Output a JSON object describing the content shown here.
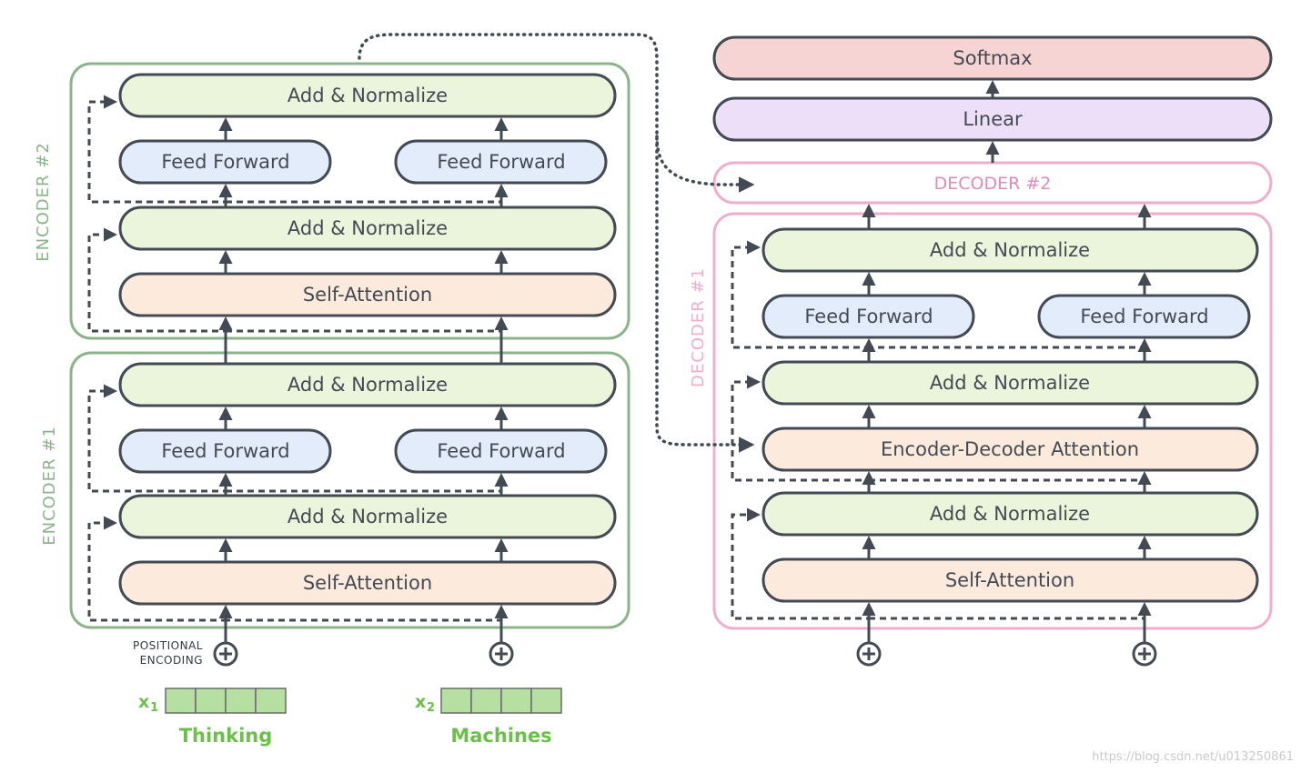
{
  "colors": {
    "stroke": "#444a54",
    "encoder_frame": "#8cb48a",
    "decoder_frame": "#eeaecd",
    "add_normalize_fill": "#eaf5dc",
    "feed_forward_fill": "#e2ecfa",
    "attention_fill": "#fcebdd",
    "linear_fill": "#ecdff7",
    "softmax_fill": "#f6d4d4",
    "decoder2_text": "#e08bb7",
    "word_green": "#6cc04a",
    "vector_fill": "#b6e0a2"
  },
  "encoder2": {
    "label": "ENCODER #2",
    "add_normalize_top": "Add & Normalize",
    "feed_forward_left": "Feed Forward",
    "feed_forward_right": "Feed Forward",
    "add_normalize_bottom": "Add & Normalize",
    "self_attention": "Self-Attention"
  },
  "encoder1": {
    "label": "ENCODER #1",
    "add_normalize_top": "Add & Normalize",
    "feed_forward_left": "Feed Forward",
    "feed_forward_right": "Feed Forward",
    "add_normalize_bottom": "Add & Normalize",
    "self_attention": "Self-Attention"
  },
  "decoder_stack": {
    "softmax": "Softmax",
    "linear": "Linear",
    "decoder2_label": "DECODER #2"
  },
  "decoder1": {
    "label": "DECODER #1",
    "add_normalize_top": "Add & Normalize",
    "feed_forward_left": "Feed Forward",
    "feed_forward_right": "Feed Forward",
    "add_normalize_middle": "Add & Normalize",
    "encoder_decoder_attention": "Encoder-Decoder Attention",
    "add_normalize_bottom": "Add & Normalize",
    "self_attention": "Self-Attention"
  },
  "inputs": {
    "positional_encoding_line1": "POSITIONAL",
    "positional_encoding_line2": "ENCODING",
    "x1_label": "x",
    "x1_subscript": "1",
    "x2_label": "x",
    "x2_subscript": "2",
    "word1": "Thinking",
    "word2": "Machines"
  },
  "watermark": "https://blog.csdn.net/u013250861"
}
